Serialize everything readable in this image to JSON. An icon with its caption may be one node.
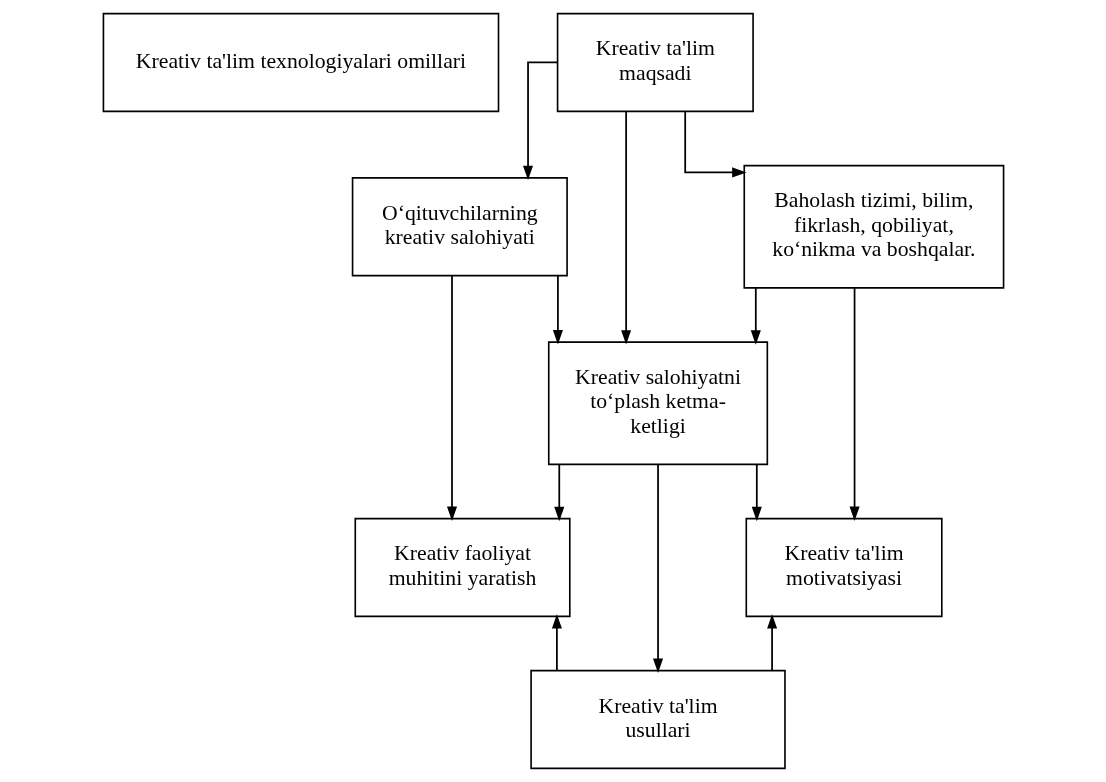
{
  "diagram": {
    "nodes": [
      {
        "text": [
          "Kreativ ta'lim texnologiyalari omillari"
        ]
      },
      {
        "text": [
          "Kreativ ta'lim maqsadi"
        ]
      },
      {
        "text": [
          "O‘qituvchilarning kreativ salohiyati"
        ]
      },
      {
        "text": [
          "Baholash tizimi, bilim, fikrlash, qobiliyat, ko‘nikma va boshqalar."
        ]
      },
      {
        "text": [
          "Kreativ salohiyatni to‘plash ketma-ketligi"
        ]
      },
      {
        "text": [
          "Kreativ faoliyat muhitini yaratish"
        ]
      },
      {
        "text": [
          "Kreativ ta'lim motivatsiyasi"
        ]
      },
      {
        "text": [
          "Kreativ ta'lim usullari"
        ]
      }
    ],
    "edges": [
      {
        "from": 1,
        "to": 2,
        "arrow": "to"
      },
      {
        "from": 1,
        "to": 3,
        "arrow": "to"
      },
      {
        "from": 1,
        "to": 4,
        "arrow": "to"
      },
      {
        "from": 2,
        "to": 4,
        "arrow": "to"
      },
      {
        "from": 3,
        "to": 4,
        "arrow": "to"
      },
      {
        "from": 2,
        "to": 5,
        "arrow": "to"
      },
      {
        "from": 4,
        "to": 5,
        "arrow": "to"
      },
      {
        "from": 4,
        "to": 6,
        "arrow": "to"
      },
      {
        "from": 3,
        "to": 6,
        "arrow": "to"
      },
      {
        "from": 4,
        "to": 7,
        "arrow": "to"
      },
      {
        "from": 7,
        "to": 5,
        "arrow": "to"
      },
      {
        "from": 7,
        "to": 6,
        "arrow": "to"
      }
    ]
  }
}
